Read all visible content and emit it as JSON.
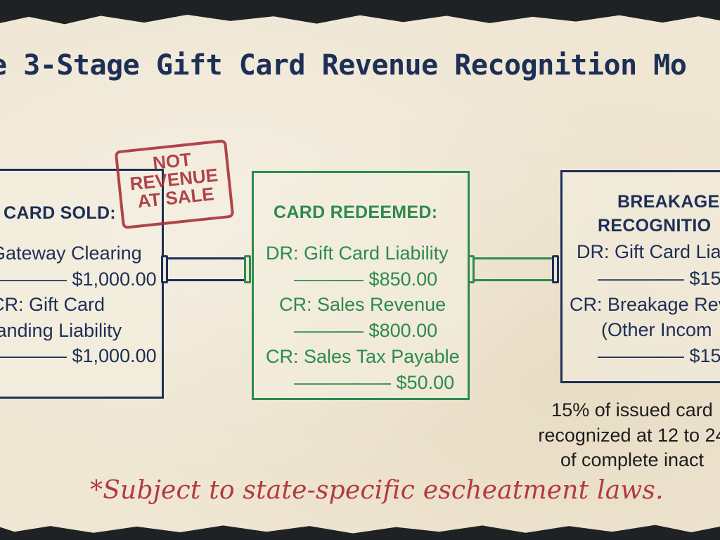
{
  "title": "e 3-Stage Gift Card Revenue Recognition Mo",
  "stage1": {
    "heading": "CARD SOLD:",
    "lines": [
      "Gateway Clearing",
      "———— $1,000.00",
      "CR: Gift Card",
      "tanding Liability",
      "———— $1,000.00"
    ],
    "stamp": [
      "NOT",
      "REVENUE",
      "AT SALE"
    ]
  },
  "stage2": {
    "heading": "CARD REDEEMED:",
    "lines": [
      "DR: Gift Card Liability",
      "——––– $850.00",
      "CR: Sales Revenue",
      "——––– $800.00",
      "CR: Sales Tax Payable",
      "———–—– $50.00"
    ]
  },
  "stage3": {
    "heading_1": "BREAKAGE",
    "heading_2": "RECOGNITIO",
    "lines": [
      "DR: Gift Card Lia",
      "———–— $15",
      "CR: Breakage Rev",
      "(Other Incom",
      "———–— $15"
    ]
  },
  "note": [
    "15% of issued card",
    "recognized at 12 to 24",
    "of complete inact"
  ],
  "footnote": "*Subject to state-specific escheatment laws.",
  "colors": {
    "navy": "#1d2f57",
    "green": "#2d8a4c",
    "red": "#a8323a",
    "paper": "#efe6d3"
  }
}
